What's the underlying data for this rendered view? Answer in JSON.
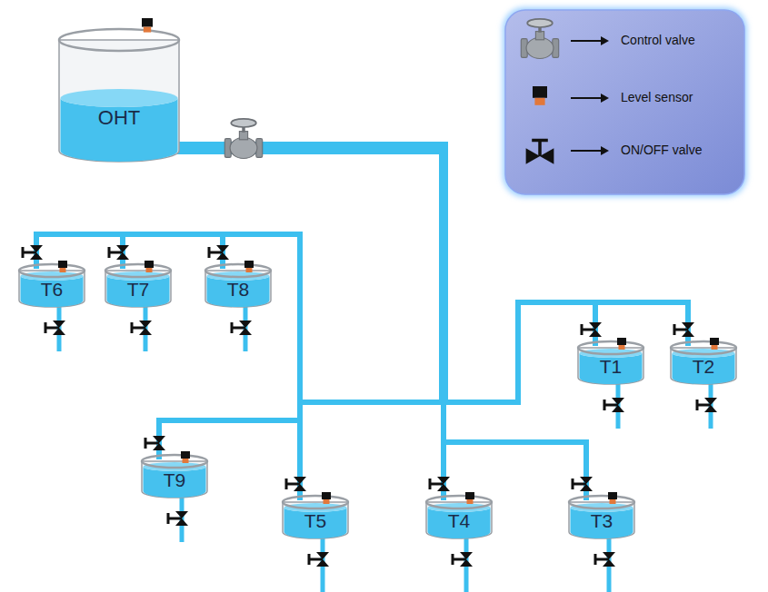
{
  "diagram": {
    "nodes": [
      {
        "text": [
          "OHT"
        ]
      },
      {
        "text": [
          "T6"
        ]
      },
      {
        "text": [
          "T7"
        ]
      },
      {
        "text": [
          "T8"
        ]
      },
      {
        "text": [
          "T1"
        ]
      },
      {
        "text": [
          "T2"
        ]
      },
      {
        "text": [
          "T9"
        ]
      },
      {
        "text": [
          "T5"
        ]
      },
      {
        "text": [
          "T4"
        ]
      },
      {
        "text": [
          "T3"
        ]
      }
    ],
    "edges": [
      {
        "from": 0,
        "to": 1,
        "arrow": "none"
      },
      {
        "from": 0,
        "to": 2,
        "arrow": "none"
      },
      {
        "from": 0,
        "to": 3,
        "arrow": "none"
      },
      {
        "from": 0,
        "to": 4,
        "arrow": "none"
      },
      {
        "from": 0,
        "to": 5,
        "arrow": "none"
      },
      {
        "from": 0,
        "to": 6,
        "arrow": "none"
      },
      {
        "from": 0,
        "to": 7,
        "arrow": "none"
      },
      {
        "from": 0,
        "to": 8,
        "arrow": "none"
      },
      {
        "from": 0,
        "to": 9,
        "arrow": "none"
      }
    ],
    "legend": [
      {
        "text": "Control valve"
      },
      {
        "text": "Level sensor"
      },
      {
        "text": "ON/OFF valve"
      }
    ]
  }
}
